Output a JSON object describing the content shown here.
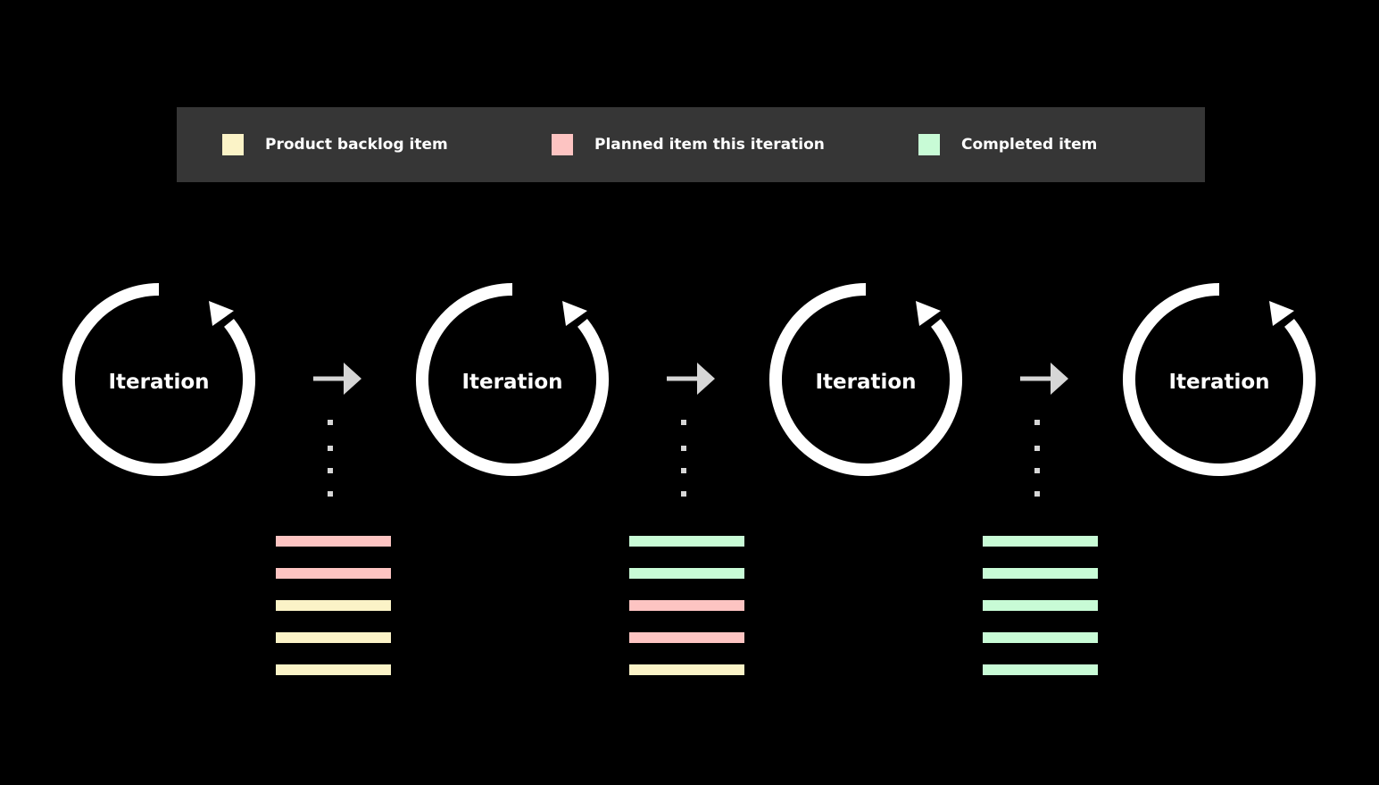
{
  "colors": {
    "background": "#000000",
    "legend_background": "#363636",
    "backlog": "#fbf3c7",
    "planned": "#fdc4c2",
    "completed": "#c8fbd6",
    "cycle_stroke": "#ffffff",
    "connector_arrow": "#d6d6d6"
  },
  "legend": {
    "items": [
      {
        "label": "Product backlog item",
        "status": "backlog"
      },
      {
        "label": "Planned item this iteration",
        "status": "planned"
      },
      {
        "label": "Completed item",
        "status": "completed"
      }
    ]
  },
  "iterations": [
    {
      "label": "Iteration"
    },
    {
      "label": "Iteration"
    },
    {
      "label": "Iteration"
    },
    {
      "label": "Iteration"
    }
  ],
  "item_stacks": [
    {
      "items": [
        "planned",
        "planned",
        "backlog",
        "backlog",
        "backlog"
      ]
    },
    {
      "items": [
        "completed",
        "completed",
        "planned",
        "planned",
        "backlog"
      ]
    },
    {
      "items": [
        "completed",
        "completed",
        "completed",
        "completed",
        "completed"
      ]
    }
  ]
}
